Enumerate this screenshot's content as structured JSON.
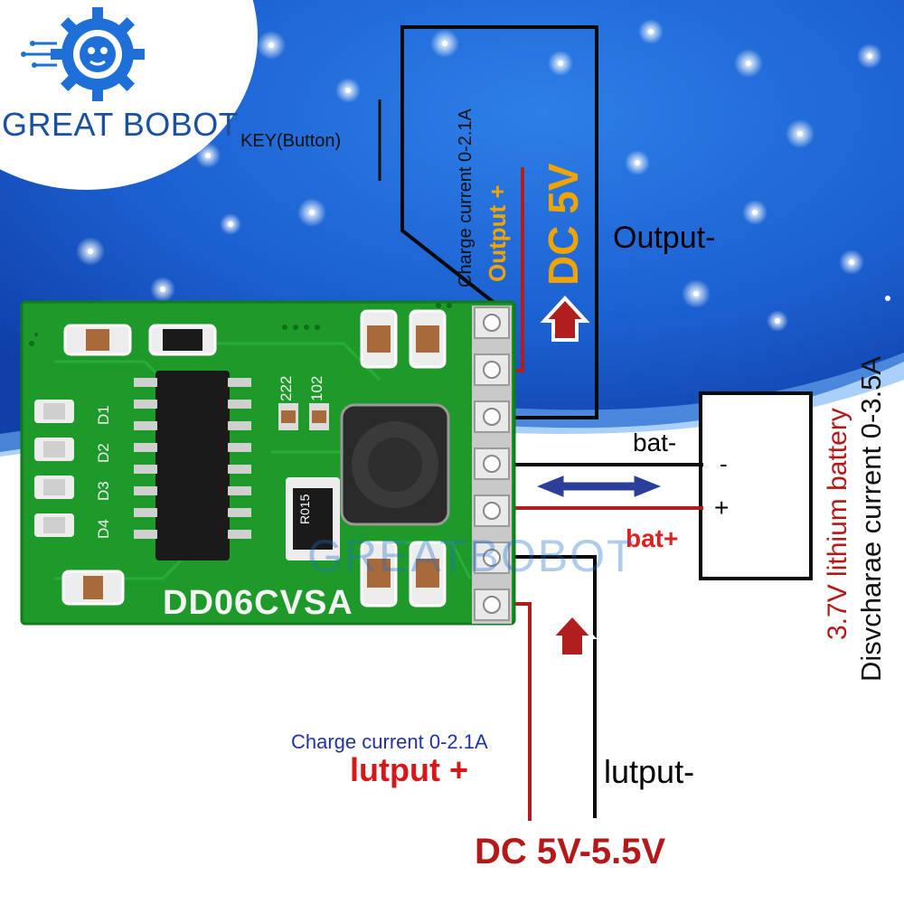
{
  "brand": {
    "name": "GREAT BOBOT"
  },
  "board": {
    "model": "DD06CVSA",
    "silk_222": "222",
    "silk_102": "102",
    "inductor_mark": "R015",
    "leds": [
      "D1",
      "D2",
      "D3",
      "D4"
    ]
  },
  "labels": {
    "key_button": "KEY(Button)",
    "charge_current_top": "Charge current 0-2.1A",
    "output_plus": "Output +",
    "dc_5v": "DC 5V",
    "output_minus": "Output-",
    "bat_minus": "bat-",
    "bat_plus": "bat+",
    "battery_minus_sign": "-",
    "battery_plus_sign": "+",
    "lithium_battery": "3.7V lithium battery",
    "discharge_current": "Disvcharae current 0-3.5A",
    "charge_current_bottom": "Charge current 0-2.1A",
    "input_plus": "lutput +",
    "input_minus": "lutput-",
    "dc_input": "DC 5V-5.5V",
    "watermark": "GREATBOBOT"
  },
  "colors": {
    "sky": "#1b63d6",
    "sky_deep": "#0f3fa8",
    "pcb": "#1e9a2a",
    "wire_red": "#b01e1e",
    "wire_black": "#0a0a0a",
    "accent_orange": "#f0a400",
    "brand_blue": "#1a4fa3"
  },
  "icons": [
    "gear-logo-icon",
    "up-arrow-icon",
    "double-arrow-icon"
  ]
}
